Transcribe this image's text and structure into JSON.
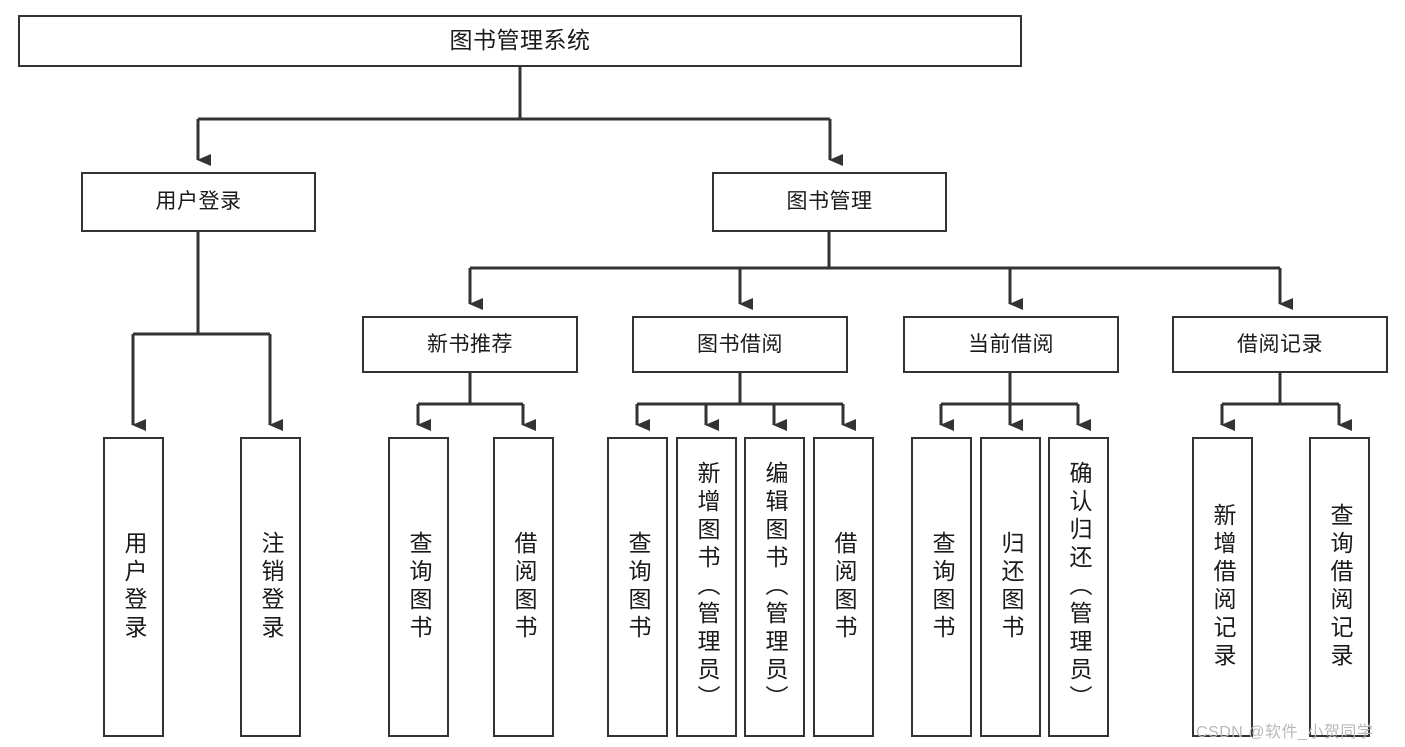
{
  "diagram": {
    "type": "tree-hierarchy",
    "title": "图书管理系统",
    "watermark": "CSDN @软件_小贺同学",
    "accent_color": "#333333",
    "background_color": "#ffffff",
    "levels": [
      {
        "level": 1,
        "nodes": [
          {
            "id": "root",
            "label": "图书管理系统",
            "orientation": "horizontal"
          }
        ]
      },
      {
        "level": 2,
        "nodes": [
          {
            "id": "login",
            "label": "用户登录",
            "orientation": "horizontal",
            "parent": "root"
          },
          {
            "id": "bookmgmt",
            "label": "图书管理",
            "orientation": "horizontal",
            "parent": "root"
          }
        ]
      },
      {
        "level": 3,
        "nodes": [
          {
            "id": "newbook",
            "label": "新书推荐",
            "orientation": "horizontal",
            "parent": "bookmgmt"
          },
          {
            "id": "borrow",
            "label": "图书借阅",
            "orientation": "horizontal",
            "parent": "bookmgmt"
          },
          {
            "id": "current",
            "label": "当前借阅",
            "orientation": "horizontal",
            "parent": "bookmgmt"
          },
          {
            "id": "record",
            "label": "借阅记录",
            "orientation": "horizontal",
            "parent": "bookmgmt"
          }
        ]
      },
      {
        "level": 4,
        "nodes": [
          {
            "id": "leaf1",
            "label": "用户登录",
            "orientation": "vertical",
            "parent": "login"
          },
          {
            "id": "leaf2",
            "label": "注销登录",
            "orientation": "vertical",
            "parent": "login"
          },
          {
            "id": "leaf3",
            "label": "查询图书",
            "orientation": "vertical",
            "parent": "newbook"
          },
          {
            "id": "leaf4",
            "label": "借阅图书",
            "orientation": "vertical",
            "parent": "newbook"
          },
          {
            "id": "leaf5",
            "label": "查询图书",
            "orientation": "vertical",
            "parent": "borrow"
          },
          {
            "id": "leaf6",
            "label": "新增图书（管理员）",
            "orientation": "vertical",
            "parent": "borrow"
          },
          {
            "id": "leaf7",
            "label": "编辑图书（管理员）",
            "orientation": "vertical",
            "parent": "borrow"
          },
          {
            "id": "leaf8",
            "label": "借阅图书",
            "orientation": "vertical",
            "parent": "borrow"
          },
          {
            "id": "leaf9",
            "label": "查询图书",
            "orientation": "vertical",
            "parent": "current"
          },
          {
            "id": "leaf10",
            "label": "归还图书",
            "orientation": "vertical",
            "parent": "current"
          },
          {
            "id": "leaf11",
            "label": "确认归还（管理员）",
            "orientation": "vertical",
            "parent": "current"
          },
          {
            "id": "leaf12",
            "label": "新增借阅记录",
            "orientation": "vertical",
            "parent": "record"
          },
          {
            "id": "leaf13",
            "label": "查询借阅记录",
            "orientation": "vertical",
            "parent": "record"
          }
        ]
      }
    ]
  }
}
